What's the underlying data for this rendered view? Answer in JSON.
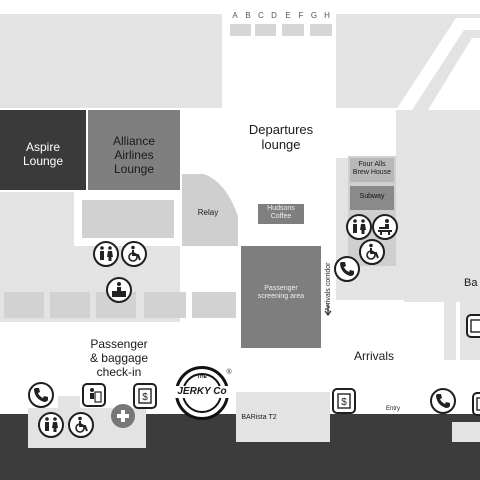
{
  "gates": [
    "A",
    "B",
    "C",
    "D",
    "E",
    "F",
    "G",
    "H"
  ],
  "labels": {
    "aspire": "Aspire\nLounge",
    "alliance": "Alliance\nAirlines\nLounge",
    "departures": "Departures\nlounge",
    "four_alls": "Four Alls\nBrew House",
    "subway": "Subway",
    "relay": "Relay",
    "hudsons": "Hudsons\nCoffee",
    "screening": "Passenger\nscreening area",
    "arrivals_corridor": "Arrivals corridor",
    "arrivals": "Arrivals",
    "checkin": "Passenger\n& baggage\ncheck-in",
    "barista": "BARista T2",
    "entry": "Entry",
    "ba_partial": "Ba",
    "logo": {
      "top": "THE",
      "main": "JERKY Co"
    }
  },
  "colors": {
    "light": "#e3e3e3",
    "mid": "#bdbdbd",
    "dark": "#3a3a3a",
    "screening": "#7e7e7e",
    "road": "#3c3c3c",
    "icon_stroke": "#1f1f1f"
  },
  "icons": [
    "toilets-icon",
    "accessible-icon",
    "baby-change-icon",
    "phone-icon",
    "atm-icon",
    "first-aid-icon",
    "info-desk-icon",
    "arrow-down-icon"
  ]
}
